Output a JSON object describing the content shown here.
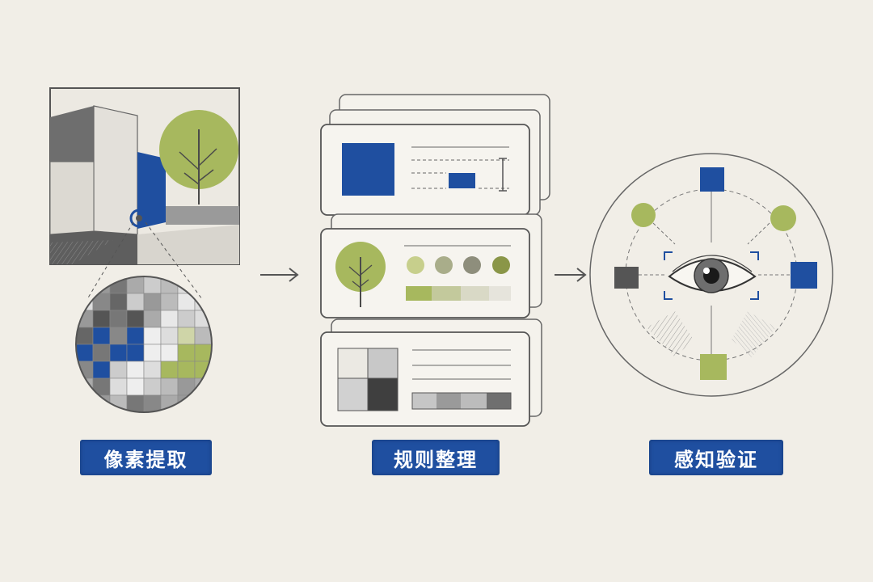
{
  "steps": [
    {
      "label": "像素提取",
      "icon": "pixel-grid-magnifier-icon"
    },
    {
      "label": "规则整理",
      "icon": "stacked-cards-icon"
    },
    {
      "label": "感知验证",
      "icon": "eye-target-icon"
    }
  ],
  "colors": {
    "background": "#f1eee7",
    "blue": "#1f4fa0",
    "green": "#a7b85e",
    "pencil": "#555555",
    "label_text": "#ffffff"
  }
}
